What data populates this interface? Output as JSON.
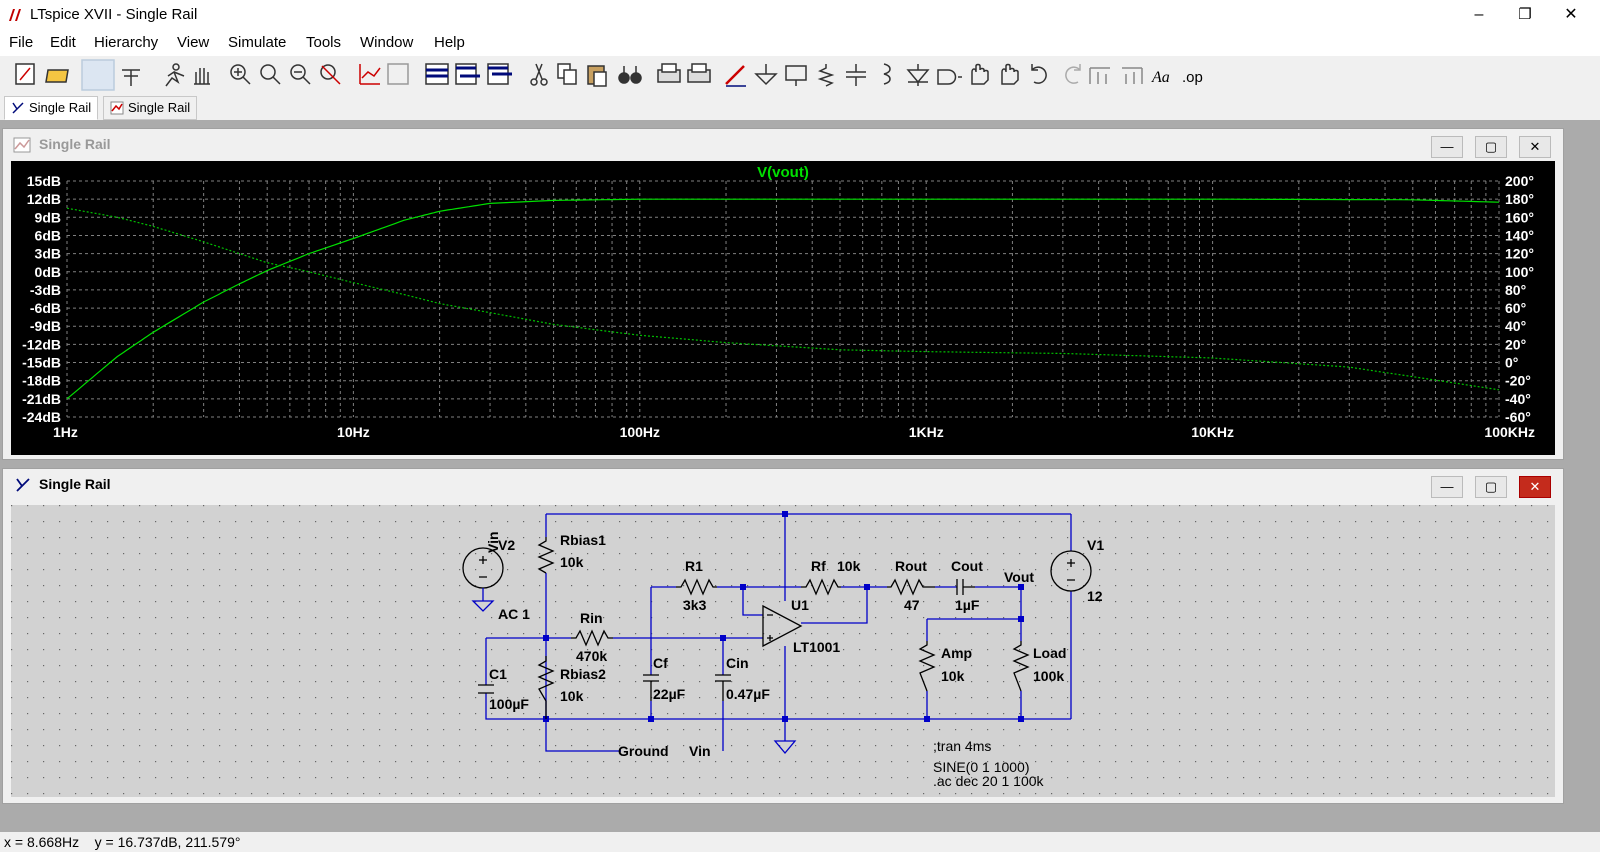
{
  "window": {
    "title": "LTspice XVII - Single Rail",
    "min": "–",
    "max": "❐",
    "close": "✕"
  },
  "menu": [
    "File",
    "Edit",
    "Hierarchy",
    "View",
    "Simulate",
    "Tools",
    "Window",
    "Help"
  ],
  "toolbar_icons": [
    "new-schematic",
    "open",
    "blank",
    "control-panel",
    "run",
    "halt",
    "zoom-in",
    "pan",
    "zoom-out",
    "zoom-cancel",
    "autorange",
    "visible-traces",
    "tile-horizontal",
    "tile-vertical",
    "cascade",
    "cut",
    "copy",
    "paste",
    "find",
    "print",
    "print-setup",
    "draw-wire",
    "ground",
    "label-net",
    "resistor",
    "capacitor",
    "inductor",
    "diode",
    "component",
    "move",
    "drag",
    "undo",
    "redo",
    "rotate",
    "mirror",
    "text",
    "spice-directive"
  ],
  "tabs": [
    {
      "label": "Single Rail"
    },
    {
      "label": "Single Rail"
    }
  ],
  "plot_window": {
    "title": "Single Rail"
  },
  "schematic_window": {
    "title": "Single Rail"
  },
  "chart_data": {
    "type": "line",
    "title": "V(vout)",
    "x_scale": "log",
    "xlim": [
      1,
      100000
    ],
    "x_ticks": [
      "1Hz",
      "10Hz",
      "100Hz",
      "1KHz",
      "10KHz",
      "100KHz"
    ],
    "ylim_left": [
      -24,
      15
    ],
    "y_ticks_left": [
      "15dB",
      "12dB",
      "9dB",
      "6dB",
      "3dB",
      "0dB",
      "-3dB",
      "-6dB",
      "-9dB",
      "-12dB",
      "-15dB",
      "-18dB",
      "-21dB",
      "-24dB"
    ],
    "ylim_right": [
      -60,
      200
    ],
    "y_ticks_right": [
      "200°",
      "180°",
      "160°",
      "140°",
      "120°",
      "100°",
      "80°",
      "60°",
      "40°",
      "20°",
      "0°",
      "-20°",
      "-40°",
      "-60°"
    ],
    "grid": true,
    "series": [
      {
        "name": "V(vout)",
        "unit": "dB",
        "x": [
          1,
          1.5,
          2,
          3,
          4,
          5,
          7,
          10,
          15,
          20,
          30,
          50,
          100,
          1000,
          10000,
          50000,
          100000
        ],
        "values": [
          -21,
          -14,
          -10,
          -5,
          -2,
          0.2,
          3,
          5.5,
          8.5,
          10,
          11.3,
          11.8,
          12,
          12,
          12,
          11.9,
          11.5
        ]
      },
      {
        "name": "phase",
        "unit": "deg",
        "x": [
          1,
          1.5,
          2,
          3,
          5,
          7,
          10,
          15,
          20,
          30,
          50,
          100,
          200,
          500,
          1000,
          3000,
          10000,
          30000,
          100000
        ],
        "values": [
          170,
          160,
          150,
          133,
          110,
          100,
          88,
          75,
          65,
          55,
          42,
          30,
          22,
          14,
          12,
          10,
          5,
          -5,
          -30
        ]
      }
    ]
  },
  "schematic": {
    "labels": {
      "vin_net": "Vin",
      "v2": "V2",
      "ac1": "AC 1",
      "rbias1": "Rbias1",
      "rbias1_val": "10k",
      "r1": "R1",
      "r1_val": "3k3",
      "rf": "Rf",
      "rf_val": "10k",
      "rout": "Rout",
      "rout_val": "47",
      "cout": "Cout",
      "cout_val": "1µF",
      "vout": "Vout",
      "v1": "V1",
      "v1_val": "12",
      "u1": "U1",
      "lt1001": "LT1001",
      "rin": "Rin",
      "rin_val": "470k",
      "c1": "C1",
      "c1_val": "100µF",
      "rbias2": "Rbias2",
      "rbias2_val": "10k",
      "cf": "Cf",
      "cf_val": "22µF",
      "cin": "Cin",
      "cin_val": "0.47µF",
      "amp": "Amp",
      "amp_val": "10k",
      "load": "Load",
      "load_val": "100k",
      "ground": "Ground",
      "vin_label": "Vin",
      "tran": ";tran 4ms",
      "sine": "SINE(0 1 1000)",
      "ac": ".ac dec 20 1 100k"
    }
  },
  "status": "x = 8.668Hz    y = 16.737dB, 211.579°"
}
